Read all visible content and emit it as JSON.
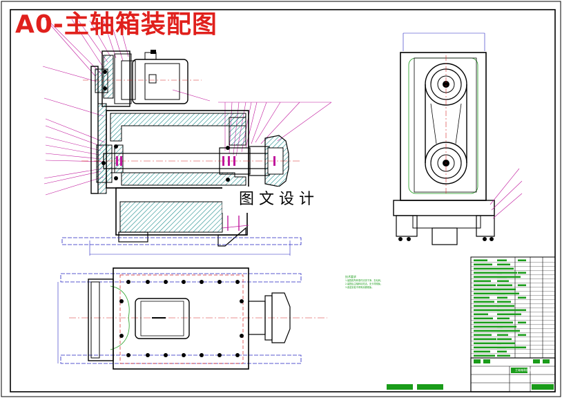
{
  "drawing": {
    "title": "A0-主轴箱装配图",
    "watermark": "图文设计",
    "colors": {
      "outline": "#000000",
      "title": "#e0201c",
      "leader": "#c0169c",
      "centerline": "#d42020",
      "hatch": "#1a8a8a",
      "dimension": "#2020c0",
      "table": "#1a9c1a"
    },
    "notes": {
      "title": "技术要求",
      "lines": [
        "1.装配前所有零件清洗干净，去毛刺。",
        "2.装配后主轴转动灵活，无卡滞现象。",
        "3.各密封处不得有渗漏现象。"
      ]
    },
    "title_block": {
      "drawing_name": "主轴箱装配图",
      "sheet_size": "A0"
    }
  }
}
